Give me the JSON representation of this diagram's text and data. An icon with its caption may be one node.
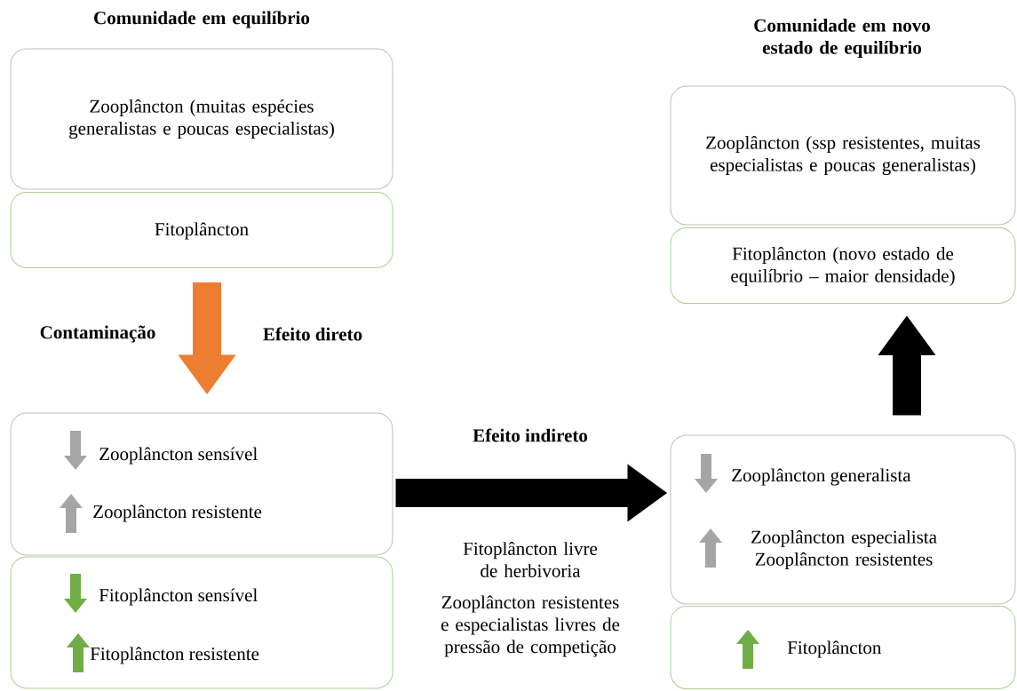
{
  "diagram": {
    "nodes": [
      {
        "text": [
          "Zooplâncton (muitas espécies generalistas e poucas especialistas)"
        ]
      },
      {
        "text": [
          "Fitoplâncton"
        ]
      },
      {
        "text": [
          "Zooplâncton sensível",
          "Zooplâncton resistente"
        ]
      },
      {
        "text": [
          "Fitoplâncton sensível",
          "Fitoplâncton resistente"
        ]
      },
      {
        "text": [
          "Zooplâncton (ssp resistentes, muitas especialistas e poucas generalistas)"
        ]
      },
      {
        "text": [
          "Fitoplâncton (novo estado de equilíbrio – maior densidade)"
        ]
      },
      {
        "text": [
          "Zooplâncton generalista",
          "Zooplâncton especialista Zooplâncton resistentes"
        ]
      },
      {
        "text": [
          "Fitoplâncton"
        ]
      }
    ],
    "edges": [
      {
        "from": 1,
        "to": 2,
        "arrow": "to",
        "label": "Efeito direto",
        "color": "#ed7d31"
      },
      {
        "from": 2,
        "to": 6,
        "arrow": "to",
        "label": "Efeito indireto"
      },
      {
        "from": 6,
        "to": 5,
        "arrow": "to"
      }
    ],
    "labels": [
      "Comunidade em equilíbrio",
      "Comunidade em novo estado de equilíbrio",
      "Contaminação",
      "Fitoplâncton livre de herbivoria",
      "Zooplâncton resistentes e especialistas livres de pressão de competição"
    ]
  }
}
